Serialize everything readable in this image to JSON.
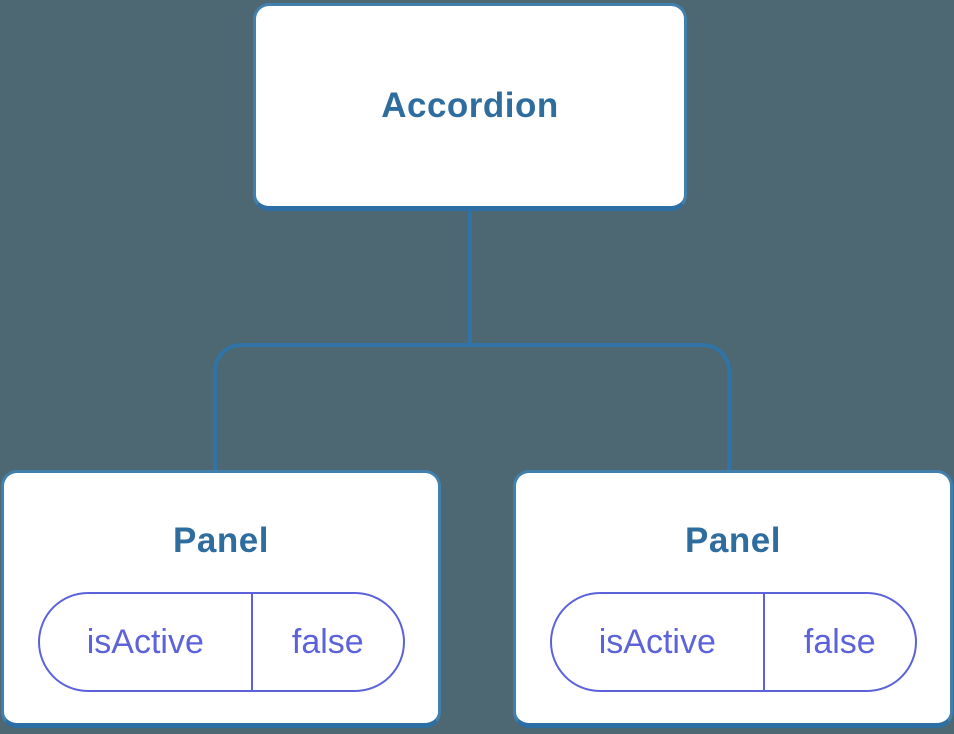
{
  "diagram": {
    "root": {
      "label": "Accordion"
    },
    "children": [
      {
        "label": "Panel",
        "state": {
          "key": "isActive",
          "value": "false"
        }
      },
      {
        "label": "Panel",
        "state": {
          "key": "isActive",
          "value": "false"
        }
      }
    ]
  },
  "colors": {
    "background": "#4d6872",
    "line": "#2f73a7",
    "box_border": "#4180ad",
    "box_border_bottom": "#2d6fa4",
    "box_fill": "#ffffff",
    "title_text": "#2f6d9e",
    "pill": "#5c63da"
  }
}
